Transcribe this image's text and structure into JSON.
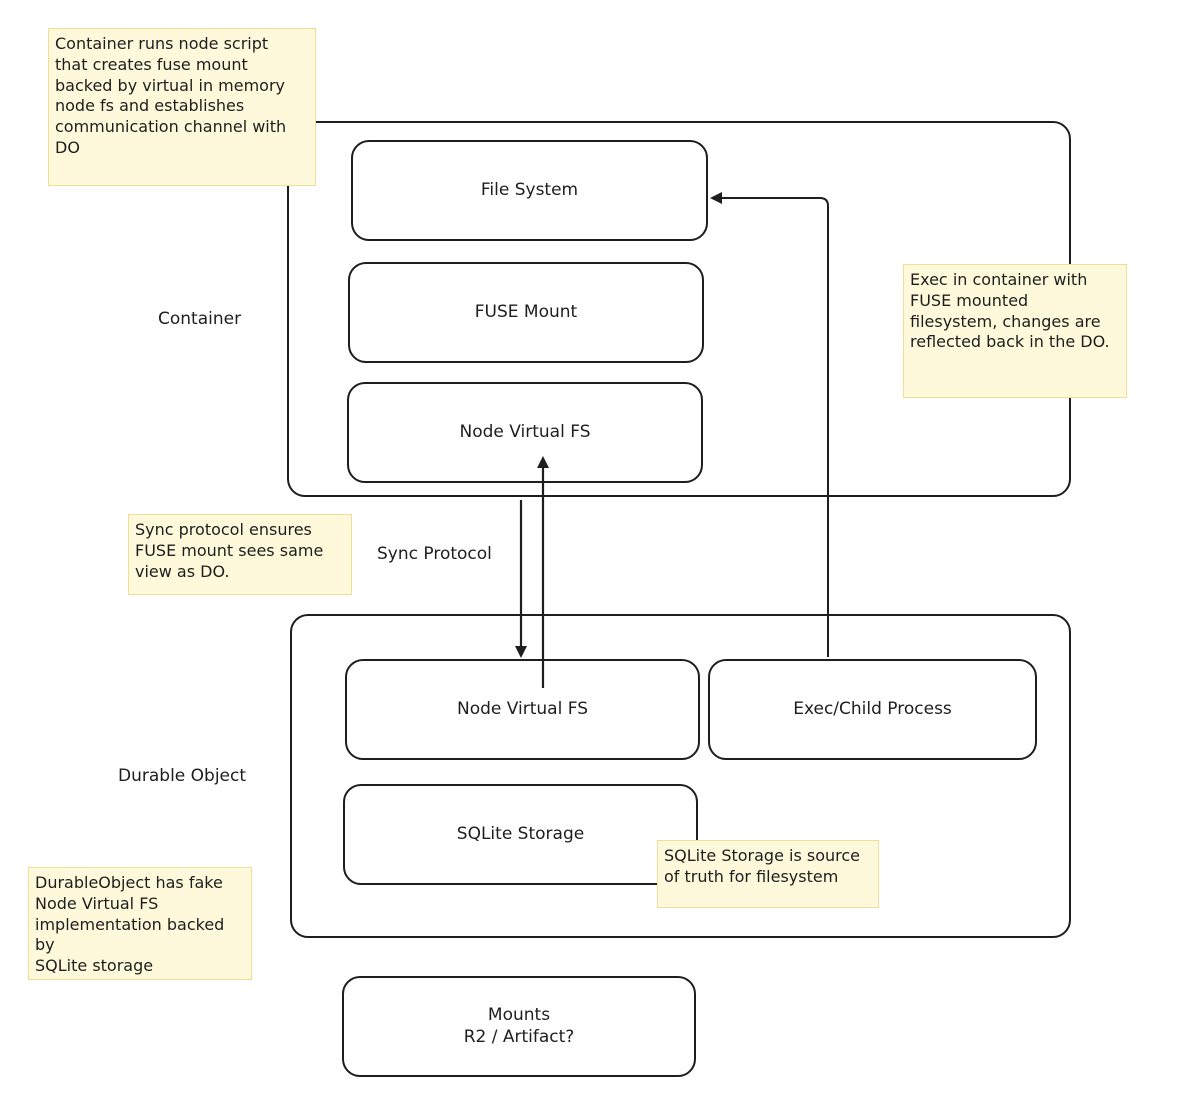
{
  "groups": {
    "container_label": "Container",
    "durable_object_label": "Durable Object"
  },
  "container": {
    "file_system": "File System",
    "fuse_mount": "FUSE Mount",
    "node_virtual_fs": "Node Virtual FS"
  },
  "durable_object": {
    "node_virtual_fs": "Node Virtual FS",
    "exec_child_process": "Exec/Child Process",
    "sqlite_storage": "SQLite Storage"
  },
  "mounts": {
    "line1": "Mounts",
    "line2": "R2 / Artifact?"
  },
  "sync_protocol_label": "Sync Protocol",
  "notes": {
    "container_note": "Container runs node script\nthat creates fuse mount\nbacked by virtual in memory\nnode fs and establishes\ncommunication channel with DO",
    "exec_note": "Exec in container with\nFUSE mounted\nfilesystem, changes are\nreflected back in the DO.",
    "sync_note": "Sync protocol ensures\nFUSE mount sees same\nview as DO.",
    "sqlite_note": "SQLite Storage is source\nof truth for filesystem",
    "durable_note": "DurableObject has fake\nNode Virtual FS\nimplementation backed by\nSQLite storage"
  },
  "colors": {
    "stroke": "#1e1e1e",
    "note_fill": "#fff9db",
    "note_border": "#f2dd97",
    "background": "#ffffff"
  }
}
